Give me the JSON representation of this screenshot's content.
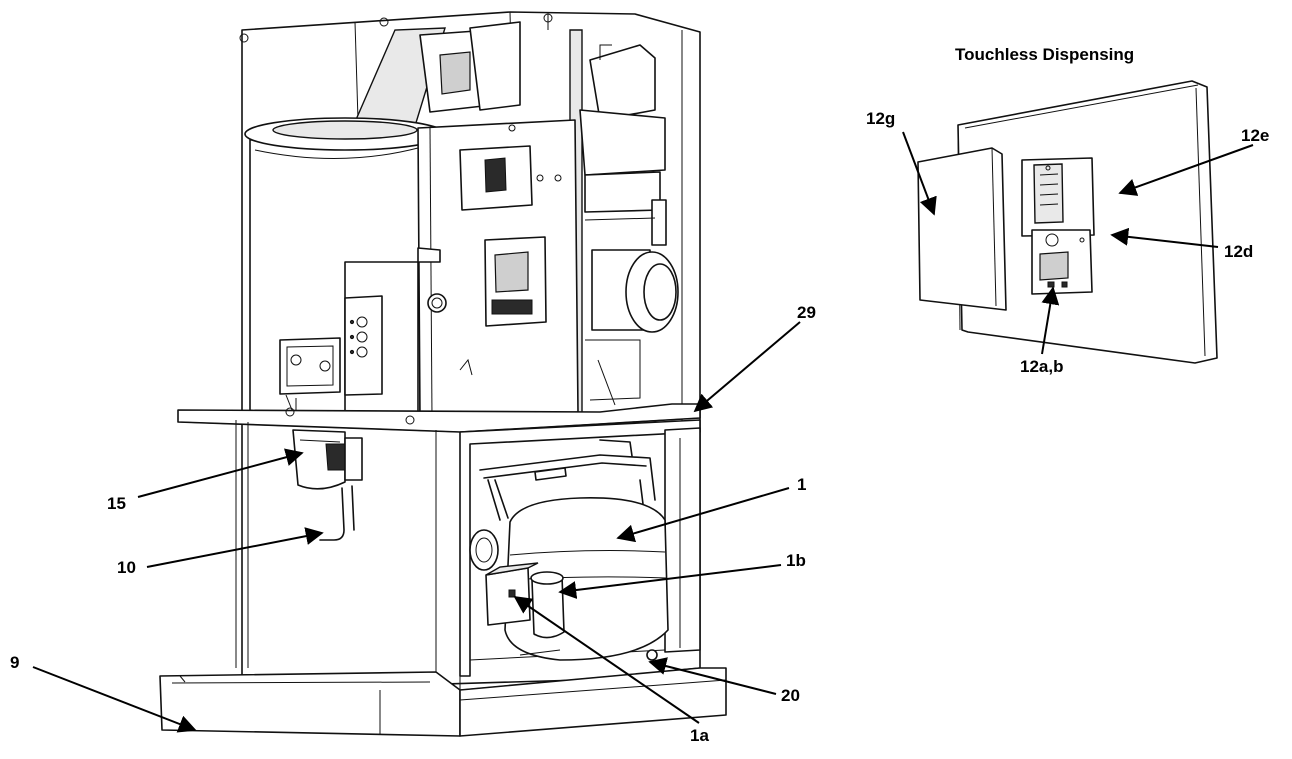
{
  "inset_title": "Touchless Dispensing",
  "callouts": {
    "c12g": "12g",
    "c12e": "12e",
    "c12d": "12d",
    "c12ab": "12a,b",
    "c29": "29",
    "c1": "1",
    "c1b": "1b",
    "c15": "15",
    "c10": "10",
    "c9": "9",
    "c20": "20",
    "c1a": "1a"
  }
}
